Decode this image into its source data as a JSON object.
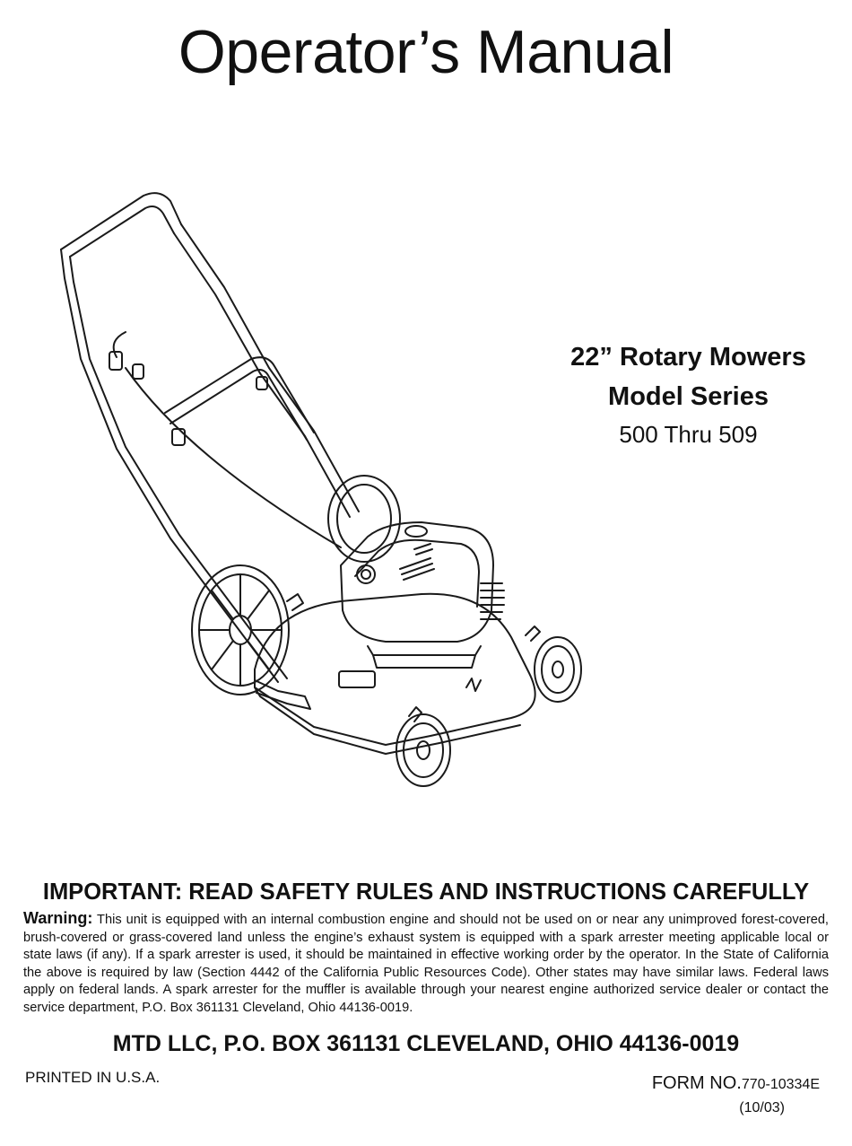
{
  "header": {
    "title": "Operator’s Manual"
  },
  "product": {
    "line1": "22” Rotary Mowers",
    "line2": "Model Series",
    "range": "500 Thru 509"
  },
  "illustration": {
    "icon": "lawn-mower-icon"
  },
  "notice": {
    "heading": "IMPORTANT: READ SAFETY RULES AND INSTRUCTIONS CAREFULLY",
    "warning_label": "Warning:",
    "warning_text": " This unit is equipped with an internal combustion engine and should not be used on or near any unimproved forest-covered, brush-covered or grass-covered land unless the engine’s exhaust system is equipped with a spark arrester meeting applicable local or state laws (if any). If a spark arrester is used, it should be maintained in effective working order by the operator. In the State of California the above is required by law (Section 4442 of the California Public Resources Code). Other states may have similar laws. Federal laws apply on federal lands. A spark arrester for the muffler is available through your nearest engine authorized service dealer or contact the service department, P.O. Box 361131 Cleveland, Ohio 44136-0019."
  },
  "footer": {
    "address": "MTD LLC, P.O. BOX 361131 CLEVELAND, OHIO 44136-0019",
    "printed": "PRINTED IN U.S.A.",
    "form_prefix": "FORM NO.",
    "form_code": "770-10334E",
    "form_date": "(10/03)"
  }
}
